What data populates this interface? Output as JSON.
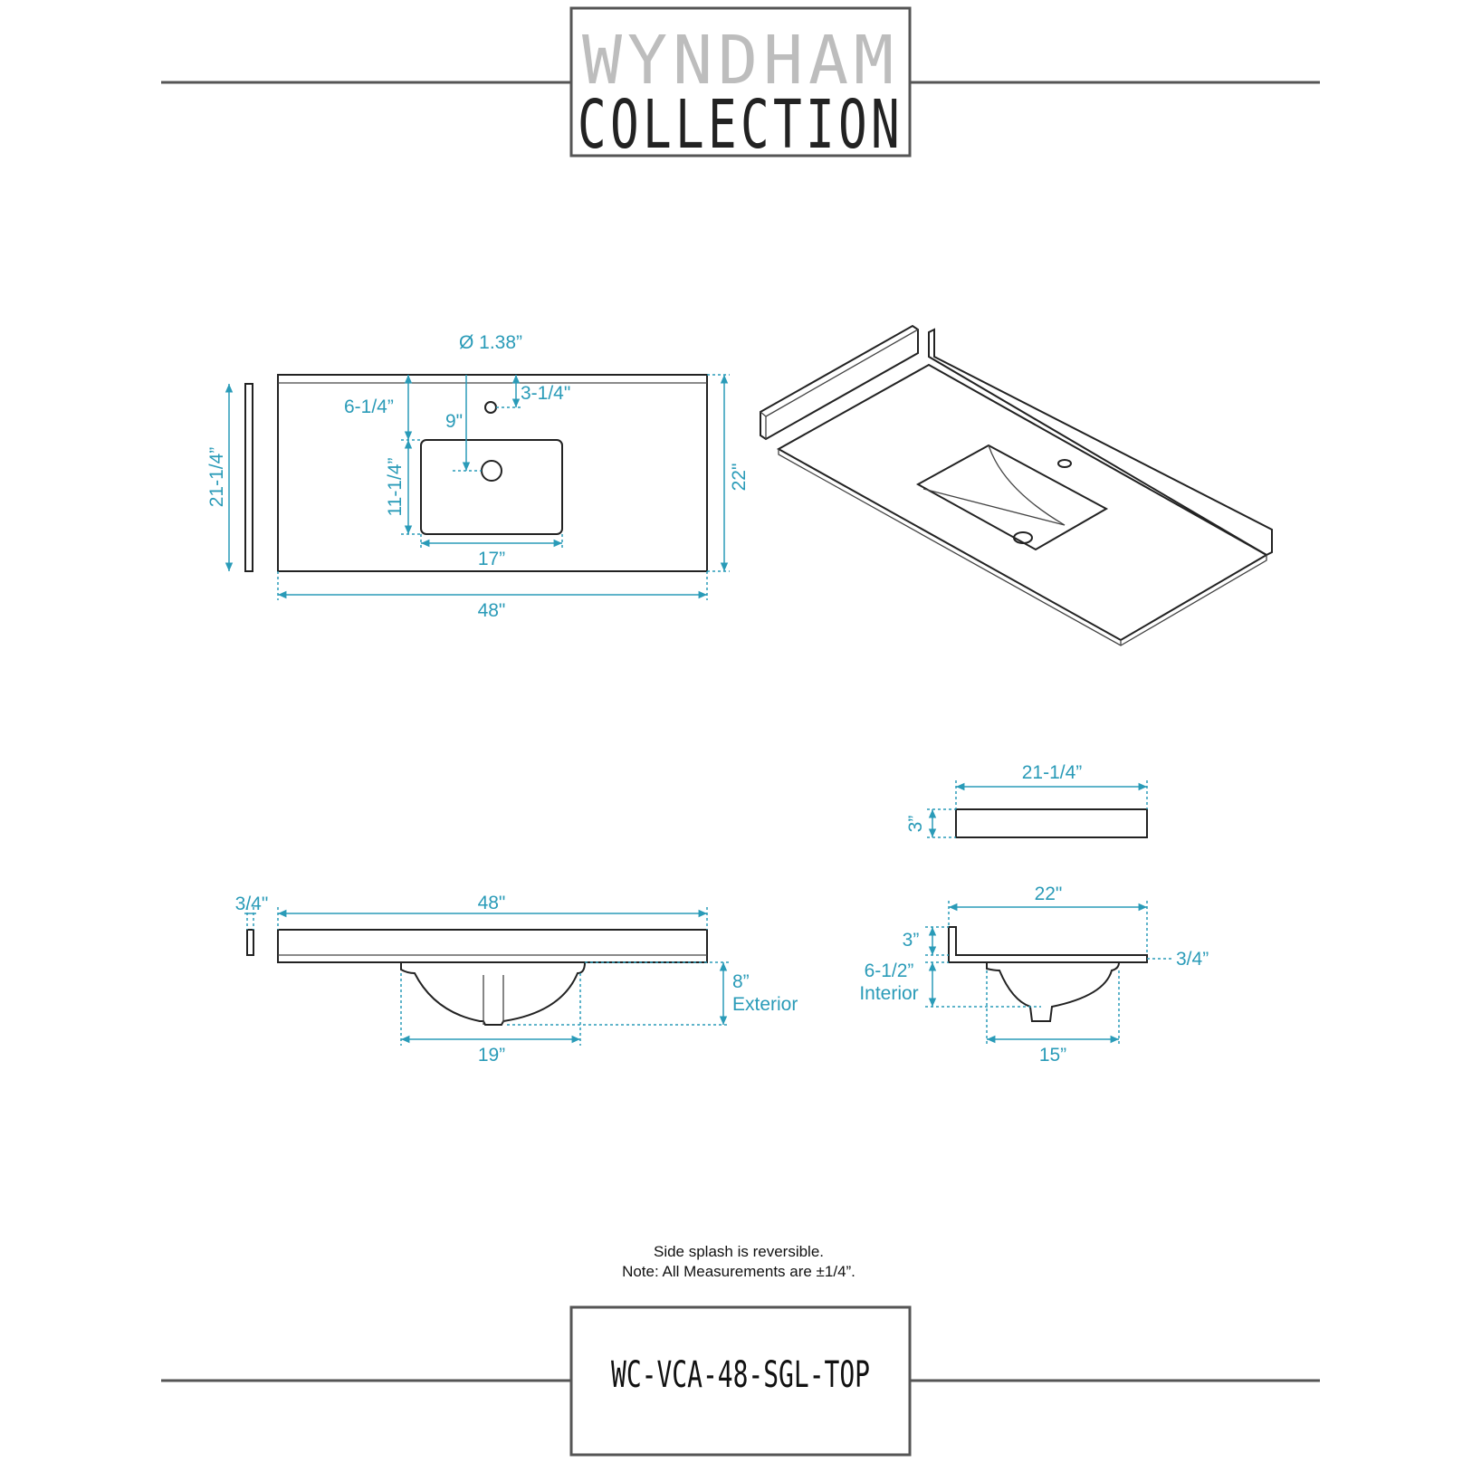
{
  "brand": {
    "line1": "WYNDHAM",
    "line2": "COLLECTION"
  },
  "colors": {
    "dimension": "#2a9bb8",
    "brand_light": "#bdbdbd",
    "brand_dark": "#222222",
    "outline": "#222222",
    "rule": "#555555"
  },
  "top_view": {
    "faucet_hole": "Ø 1.38”",
    "hole_offset": "3-1/4\"",
    "sink_setback": "6-1/4”",
    "drain_offset": "9\"",
    "sink_depth": "11-1/4”",
    "sink_width": "17”",
    "top_width": "48\"",
    "top_depth": "22\"",
    "side_splash_length": "21-1/4”"
  },
  "front_view": {
    "splash_thickness": "3/4\"",
    "top_width": "48\"",
    "bowl_width": "19”",
    "exterior_depth": "8”",
    "exterior_label": "Exterior"
  },
  "side_splash_view": {
    "length": "21-1/4”",
    "height": "3”"
  },
  "side_view": {
    "top_depth": "22\"",
    "splash_height": "3”",
    "top_thickness": "3/4”",
    "interior_depth": "6-1/2”",
    "interior_label": "Interior",
    "bowl_width": "15”"
  },
  "notes": {
    "line1": "Side splash is reversible.",
    "line2": "Note: All Measurements are ±1/4”."
  },
  "model": "WC-VCA-48-SGL-TOP"
}
